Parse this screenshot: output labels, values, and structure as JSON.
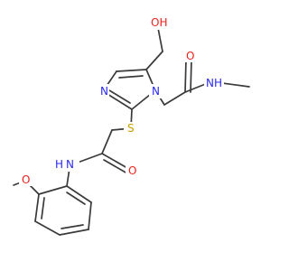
{
  "molecule": {
    "atom_labels": {
      "hydroxyl": "OH",
      "amide_oxygen_top": "O",
      "amide_nh_top": "NH",
      "n_methyl_stub": "",
      "imidazole_n3": "N",
      "imidazole_n1": "N",
      "thioether_s": "S",
      "amide_nh_bottom": "N",
      "amide_h_bottom": "H",
      "amide_oxygen_bottom": "O",
      "methoxy_oxygen": "O"
    },
    "colors": {
      "carbon_bond": "#3a3a3a",
      "oxygen": "#e8231b",
      "nitrogen": "#2a2af0",
      "sulfur": "#c8a000"
    }
  }
}
